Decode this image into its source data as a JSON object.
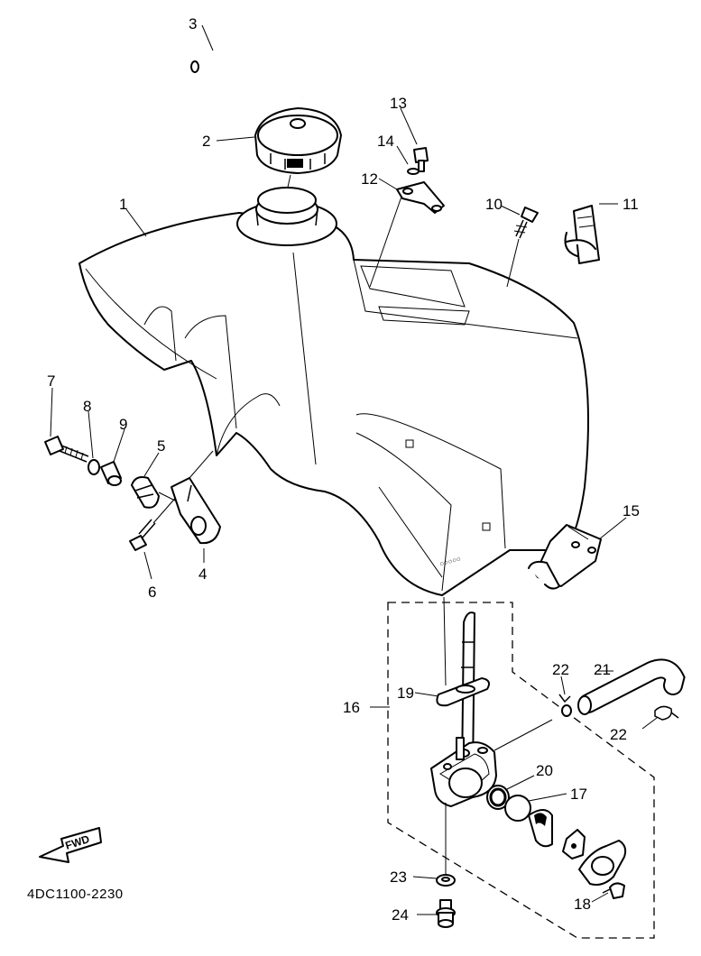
{
  "diagram": {
    "reference_code": "4DC1100-2230",
    "fwd_label": "FWD",
    "callouts": [
      "1",
      "2",
      "3",
      "4",
      "5",
      "6",
      "7",
      "8",
      "9",
      "10",
      "11",
      "12",
      "13",
      "14",
      "15",
      "16",
      "17",
      "18",
      "19",
      "20",
      "21",
      "22",
      "22",
      "23",
      "24"
    ]
  }
}
